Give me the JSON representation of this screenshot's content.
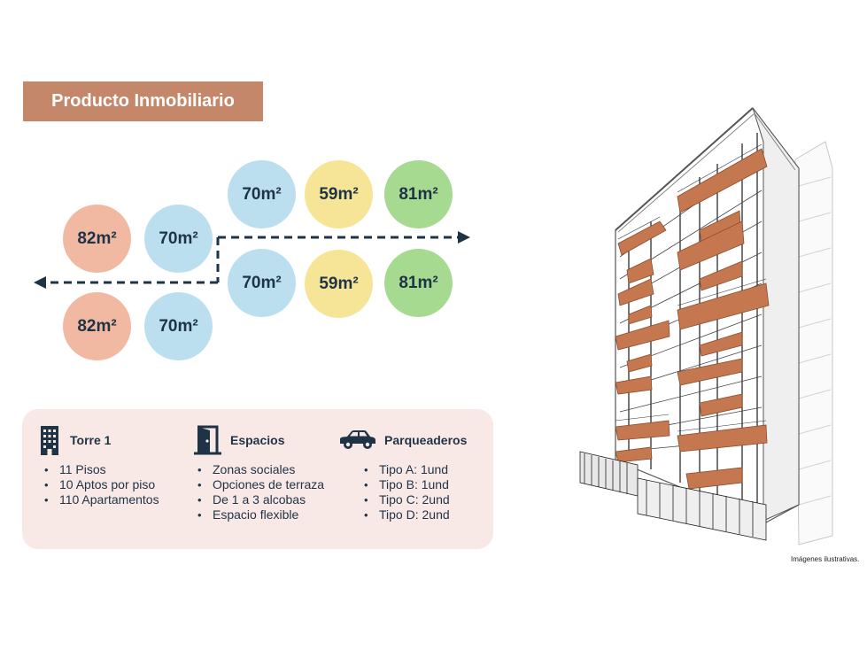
{
  "header": {
    "title": "Producto Inmobiliario"
  },
  "layout_diagram": {
    "circles": [
      {
        "id": "r1c1",
        "label": "70m²",
        "color": "#bcdff0"
      },
      {
        "id": "r1c2",
        "label": "59m²",
        "color": "#f6e597"
      },
      {
        "id": "r1c3",
        "label": "81m²",
        "color": "#a7da91"
      },
      {
        "id": "r2c1",
        "label": "82m²",
        "color": "#f2b9a2"
      },
      {
        "id": "r2c2",
        "label": "70m²",
        "color": "#bcdff0"
      },
      {
        "id": "r3c1",
        "label": "70m²",
        "color": "#bcdff0"
      },
      {
        "id": "r3c2",
        "label": "59m²",
        "color": "#f6e597"
      },
      {
        "id": "r3c3",
        "label": "81m²",
        "color": "#a7da91"
      },
      {
        "id": "r4c1",
        "label": "82m²",
        "color": "#f2b9a2"
      },
      {
        "id": "r4c2",
        "label": "70m²",
        "color": "#bcdff0"
      }
    ]
  },
  "info": {
    "torre": {
      "icon": "building-icon",
      "title": "Torre 1",
      "items": [
        "11 Pisos",
        "10 Aptos por piso",
        "110 Apartamentos"
      ]
    },
    "espacios": {
      "icon": "door-icon",
      "title": "Espacios",
      "items": [
        "Zonas sociales",
        "Opciones de terraza",
        "De 1 a 3 alcobas",
        "Espacio flexible"
      ]
    },
    "parqueaderos": {
      "icon": "car-icon",
      "title": "Parqueaderos",
      "items": [
        "Tipo A: 1und",
        "Tipo B: 1und",
        "Tipo C: 2und",
        "Tipo D: 2und"
      ]
    }
  },
  "caption": "Imágenes ilustrativas.",
  "colors": {
    "title_bg": "#c5876a",
    "text_dark": "#1f3347",
    "info_bg": "#f8e8e6",
    "balcony": "#c5784f"
  }
}
